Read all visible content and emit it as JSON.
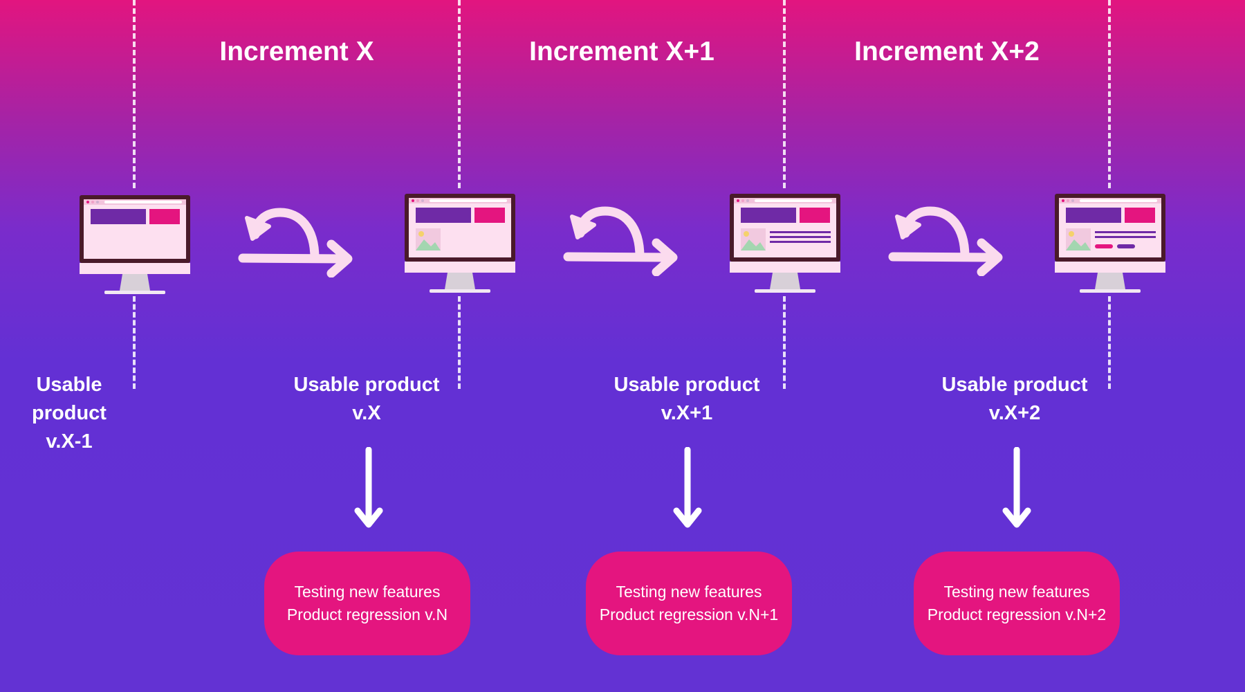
{
  "increments": [
    {
      "label": "Increment X"
    },
    {
      "label": "Increment X+1"
    },
    {
      "label": "Increment X+2"
    }
  ],
  "versions": [
    {
      "lines": [
        "Usable",
        "product",
        "v.X-1"
      ]
    },
    {
      "lines": [
        "Usable product",
        "v.X"
      ]
    },
    {
      "lines": [
        "Usable product",
        "v.X+1"
      ]
    },
    {
      "lines": [
        "Usable product",
        "v.X+2"
      ]
    }
  ],
  "testing_boxes": [
    {
      "line1": "Testing new features",
      "line2": "Product regression v.N"
    },
    {
      "line1": "Testing new features",
      "line2": "Product regression v.N+1"
    },
    {
      "line1": "Testing new features",
      "line2": "Product regression v.N+2"
    }
  ],
  "colors": {
    "gradient_top": "#e2157f",
    "gradient_bottom": "#6332d3",
    "box_fill": "#e4157f",
    "arrow": "#fbdbee",
    "screen": "#fde0f0",
    "screen_purple": "#6f2aa6",
    "screen_pink": "#e4157f",
    "monitor_frame": "#4a1a2a",
    "stand": "#d8d0d8"
  },
  "icons": {
    "monitor": "desktop-monitor-icon",
    "cycle": "iteration-cycle-arrow-icon",
    "down": "down-arrow-icon"
  }
}
